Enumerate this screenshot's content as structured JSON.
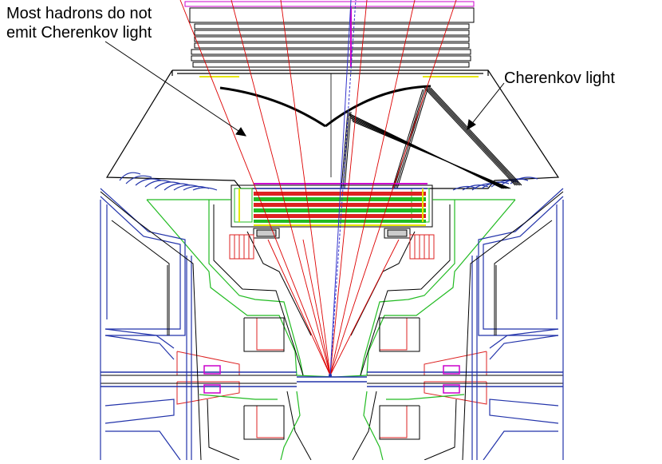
{
  "annotations": {
    "hadrons_line1": "Most hadrons do not",
    "hadrons_line2": "emit Cherenkov light",
    "cherenkov": "Cherenkov light"
  },
  "colors": {
    "outline": "#000000",
    "structure_green": "#22bb22",
    "structure_blue": "#2233aa",
    "coil_red": "#dd2222",
    "track_red": "#dd0000",
    "magenta": "#cc00cc",
    "yellow": "#e6e600",
    "track_blue": "#3333cc"
  },
  "icons": [
    "vertex-marker",
    "mirror-arc",
    "photon-bundle",
    "callout-arrow"
  ]
}
